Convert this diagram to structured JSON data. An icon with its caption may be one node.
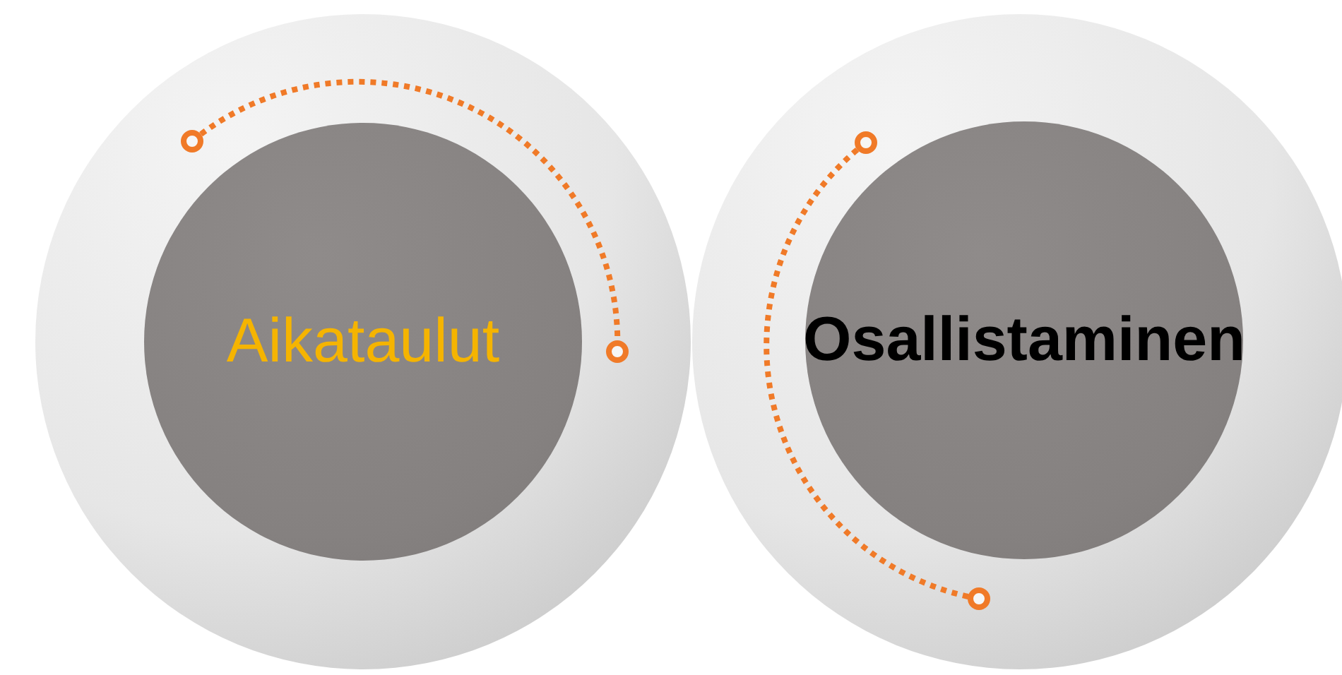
{
  "diagram": {
    "nodes": [
      {
        "text": [],
        "shape": "circle"
      },
      {
        "text": [
          "Aikataulut"
        ],
        "in": 0
      },
      {
        "text": [],
        "shape": "circle"
      },
      {
        "text": [
          "Osallistaminen"
        ],
        "in": 2
      }
    ]
  }
}
